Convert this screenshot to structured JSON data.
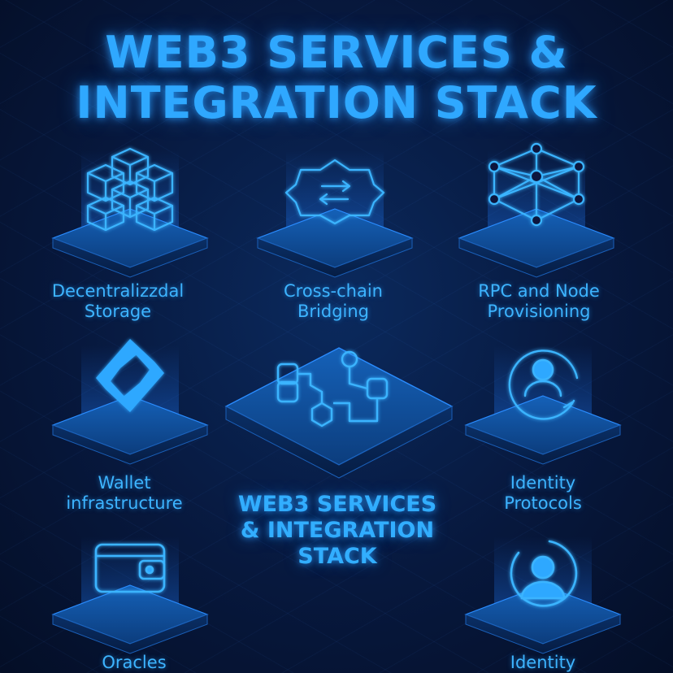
{
  "title": {
    "line1": "WEB3 SERVICES &",
    "line2": "INTEGRATION STACK"
  },
  "tiles": [
    {
      "icon": "cubes-icon",
      "label_lines": [
        "Decentralizzdal",
        "Storage"
      ]
    },
    {
      "icon": "bridge-arrows-icon",
      "label_lines": [
        "Cross-chain",
        "Bridging"
      ]
    },
    {
      "icon": "node-network-icon",
      "label_lines": [
        "RPC and Node",
        "Provisioning"
      ]
    },
    {
      "icon": "wallet-logo-icon",
      "label_lines": [
        "Wallet",
        "infrastructure"
      ]
    },
    {
      "icon": "user-circle-icon",
      "label_lines": [
        "Identity",
        "Protocols"
      ]
    },
    {
      "icon": "wallet-icon",
      "label_lines": [
        "Oracles"
      ]
    },
    {
      "icon": "identity-avatar-icon",
      "label_lines": [
        "Identity"
      ]
    }
  ],
  "center": {
    "icon": "flow-diagram-icon",
    "label_lines": [
      "WEB3 SERVICES",
      "& INTEGRATION",
      "STACK"
    ]
  },
  "colors": {
    "accent": "#2fa8ff",
    "background": "#07183d",
    "tile": "#0b3a78"
  }
}
